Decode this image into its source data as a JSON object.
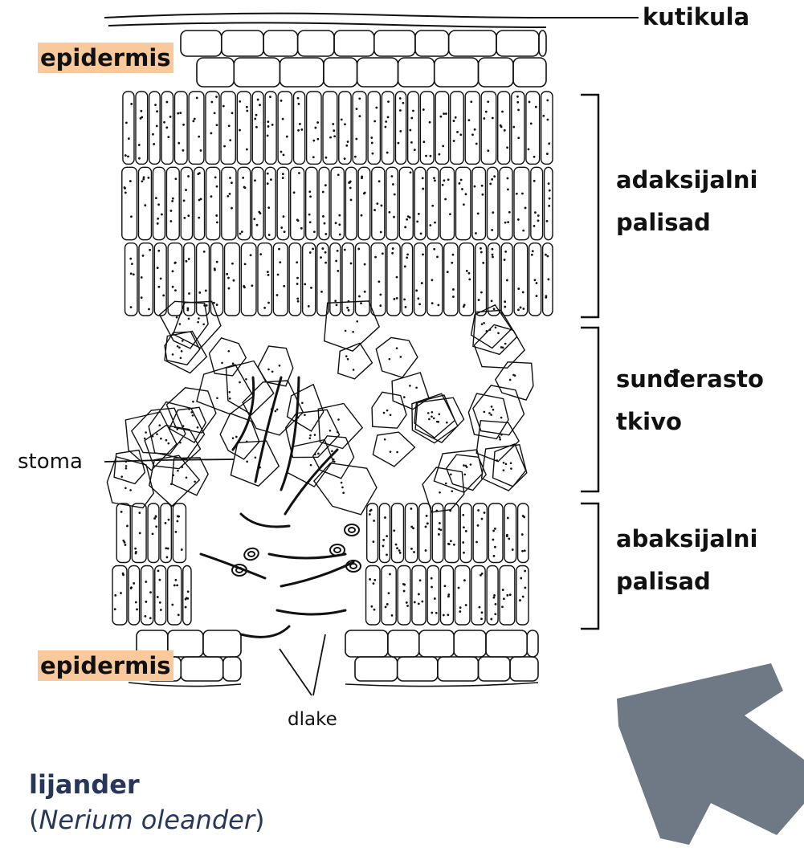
{
  "labels": {
    "kutikula": "kutikula",
    "epidermis_top": "epidermis",
    "adaksijalni_line1": "adaksijalni",
    "adaksijalni_line2": "palisad",
    "spongy_line1": "sunđerasto",
    "spongy_line2": "tkivo",
    "abaksijalni_line1": "abaksijalni",
    "abaksijalni_line2": "palisad",
    "stoma": "stoma",
    "epidermis_bottom": "epidermis",
    "dlake": "dlake"
  },
  "title": {
    "common_name": "lijander",
    "latin_open": "(",
    "latin_name": "Nerium oleander",
    "latin_close": ")"
  },
  "colors": {
    "highlight": "#f9c89b",
    "title": "#26375b",
    "arrow": "#6f7986",
    "ink": "#111111"
  },
  "icons": {
    "pointer_arrow": "arrow-up-left-icon"
  }
}
